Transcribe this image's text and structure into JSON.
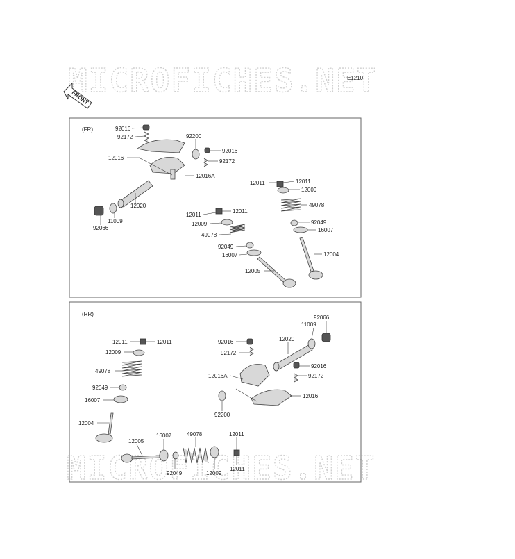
{
  "watermark": "MICROFICHES.NET",
  "diagram_code": "E1210",
  "front_label": "FRONT",
  "front_section": {
    "tag": "(FR)",
    "labels": [
      "92016",
      "92172",
      "92200",
      "92016",
      "92172",
      "12016",
      "12016A",
      "12020",
      "11009",
      "92066",
      "12011",
      "12011",
      "12009",
      "49078",
      "92049",
      "16007",
      "12004",
      "12011",
      "12011",
      "12009",
      "49078",
      "92049",
      "16007",
      "12005"
    ]
  },
  "rear_section": {
    "tag": "(RR)",
    "labels": [
      "12011",
      "12011",
      "12009",
      "49078",
      "92049",
      "16007",
      "12004",
      "12005",
      "16007",
      "92049",
      "49078",
      "12009",
      "12011",
      "12011",
      "92016",
      "92172",
      "12016A",
      "92200",
      "12020",
      "11009",
      "92066",
      "92016",
      "92172",
      "12016"
    ]
  }
}
